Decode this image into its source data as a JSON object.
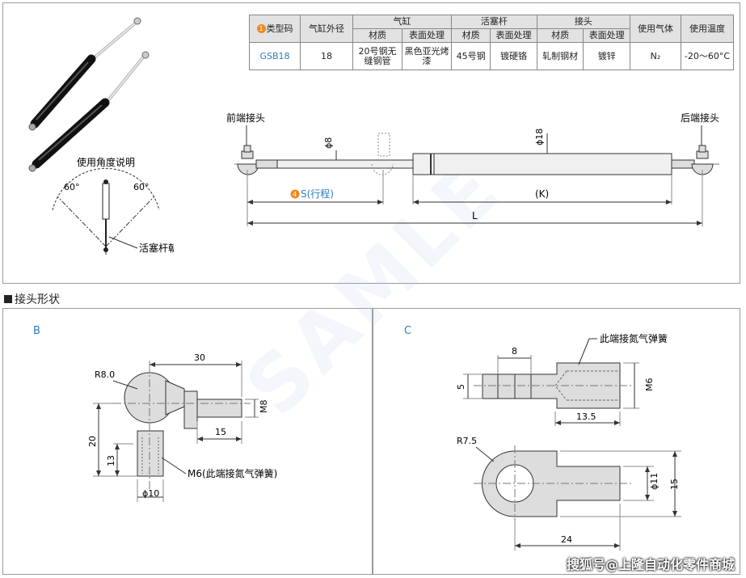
{
  "table": {
    "headers": {
      "type_code": "类型码",
      "cyl_od": "气缸外径",
      "cylinder": "气缸",
      "piston": "活塞杆",
      "joint": "接头",
      "gas": "使用气体",
      "temp": "使用温度",
      "material": "材质",
      "surface": "表面处理"
    },
    "row": {
      "code": "GSB18",
      "od": "18",
      "cyl_material": "20号钢无缝钢管",
      "cyl_surface": "黑色亚光烤漆",
      "piston_material": "45号钢",
      "piston_surface": "镀硬铬",
      "joint_material": "轧制钢材",
      "joint_surface": "镀锌",
      "gas": "N₂",
      "temp": "-20～60°C"
    },
    "badge_num": "1"
  },
  "angle": {
    "title": "使用角度说明",
    "left_angle": "60°",
    "right_angle": "60°",
    "note": "活塞杆朝下"
  },
  "main_drawing": {
    "front_joint": "前端接头",
    "rear_joint": "后端接头",
    "dia_rod": "ϕ8",
    "dia_cyl": "ϕ18",
    "stroke_badge": "4",
    "stroke_label": "S(行程)",
    "k_label": "(K)",
    "l_label": "L"
  },
  "section": {
    "title": "接头形状"
  },
  "b": {
    "label": "B",
    "r": "R8.0",
    "d30": "30",
    "d15": "15",
    "m8": "M8",
    "d20": "20",
    "d13": "13",
    "dia10": "ϕ10",
    "note": "M6(此端接氮气弹簧)"
  },
  "c": {
    "label": "C",
    "note": "此端接氮气弹簧",
    "d8": "8",
    "d5": "5",
    "m6": "M6",
    "d13_5": "13.5",
    "r": "R7.5",
    "dia11": "ϕ11",
    "d15": "15",
    "d24": "24"
  },
  "watermark": "SAMLE",
  "credit": "搜狐号@上隆自动化零件商城"
}
